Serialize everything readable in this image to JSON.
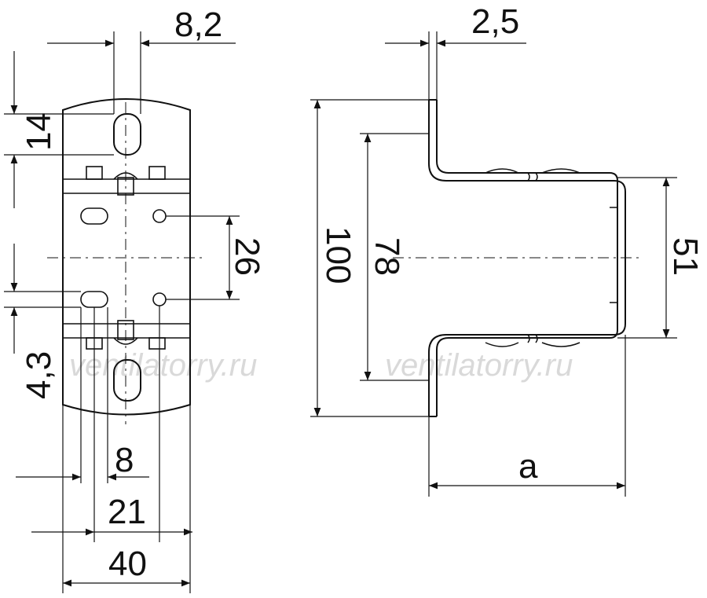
{
  "dimensions": {
    "top_width": "8,2",
    "top_hole": "14",
    "hole_spacing": "26",
    "bottom_offset": "4,3",
    "slot_width": "8",
    "inner_width": "21",
    "total_width": "40",
    "thickness": "2,5",
    "height_total": "100",
    "height_inner": "78",
    "height_mid": "51",
    "depth": "a"
  },
  "watermarks": {
    "left": "ventilatorry.ru",
    "right": "ventilatorry.ru"
  },
  "colors": {
    "line": "#111111",
    "watermark": "#d9d9d9"
  }
}
